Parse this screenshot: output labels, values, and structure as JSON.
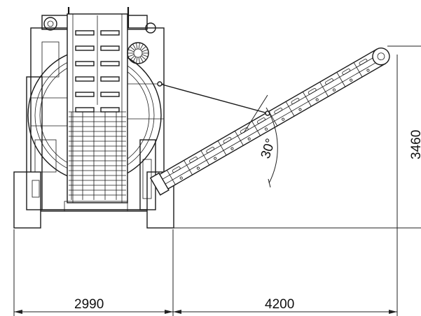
{
  "dimensions": {
    "base_width": "2990",
    "discharge_reach": "4200",
    "discharge_height": "3460",
    "conveyor_angle": "30°"
  }
}
